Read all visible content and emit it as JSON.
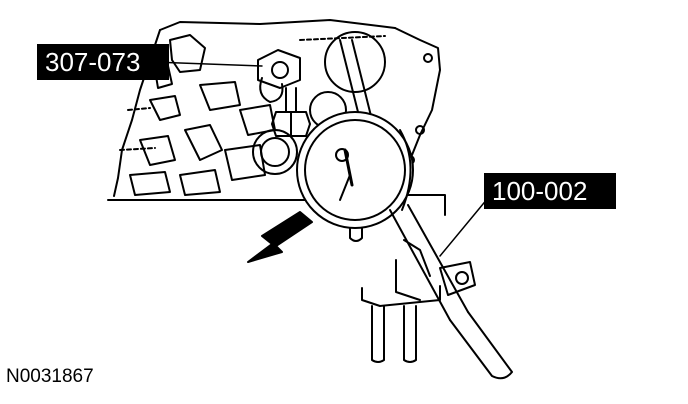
{
  "callouts": {
    "gauge_bracket": "307-073",
    "dial_indicator": "100-002"
  },
  "figure_id": "N0031867",
  "colors": {
    "ink": "#000000",
    "paper": "#ffffff"
  }
}
